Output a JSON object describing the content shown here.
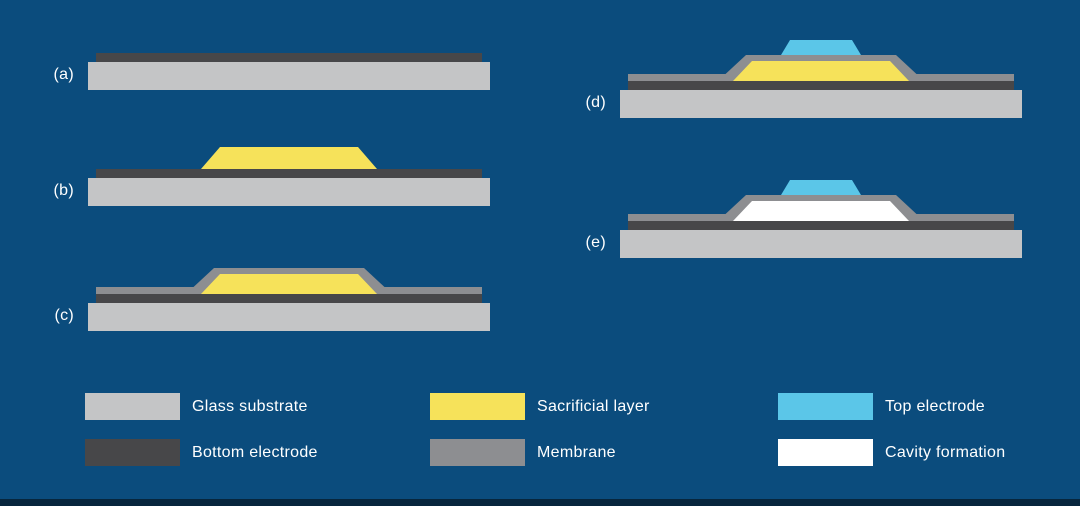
{
  "colors": {
    "background": "#0B4C7D",
    "glass_substrate": "#C4C5C6",
    "bottom_electrode": "#474749",
    "sacrificial_layer": "#F6E25A",
    "membrane": "#8D8E91",
    "top_electrode": "#5BC6E8",
    "cavity": "#FFFFFF",
    "text": "#FFFFFF",
    "footer_strip": "#07263D"
  },
  "panels": [
    {
      "label": "(a)",
      "layers": [
        "glass_substrate",
        "bottom_electrode"
      ]
    },
    {
      "label": "(b)",
      "layers": [
        "glass_substrate",
        "bottom_electrode",
        "sacrificial_layer"
      ]
    },
    {
      "label": "(c)",
      "layers": [
        "glass_substrate",
        "bottom_electrode",
        "membrane",
        "sacrificial_layer"
      ]
    },
    {
      "label": "(d)",
      "layers": [
        "glass_substrate",
        "bottom_electrode",
        "membrane",
        "sacrificial_layer",
        "top_electrode"
      ]
    },
    {
      "label": "(e)",
      "layers": [
        "glass_substrate",
        "bottom_electrode",
        "membrane",
        "cavity",
        "top_electrode"
      ]
    }
  ],
  "legend": [
    {
      "label": "Glass substrate",
      "color_key": "glass_substrate"
    },
    {
      "label": "Bottom electrode",
      "color_key": "bottom_electrode"
    },
    {
      "label": "Sacrificial layer",
      "color_key": "sacrificial_layer"
    },
    {
      "label": "Membrane",
      "color_key": "membrane"
    },
    {
      "label": "Top electrode",
      "color_key": "top_electrode"
    },
    {
      "label": "Cavity formation",
      "color_key": "cavity"
    }
  ]
}
